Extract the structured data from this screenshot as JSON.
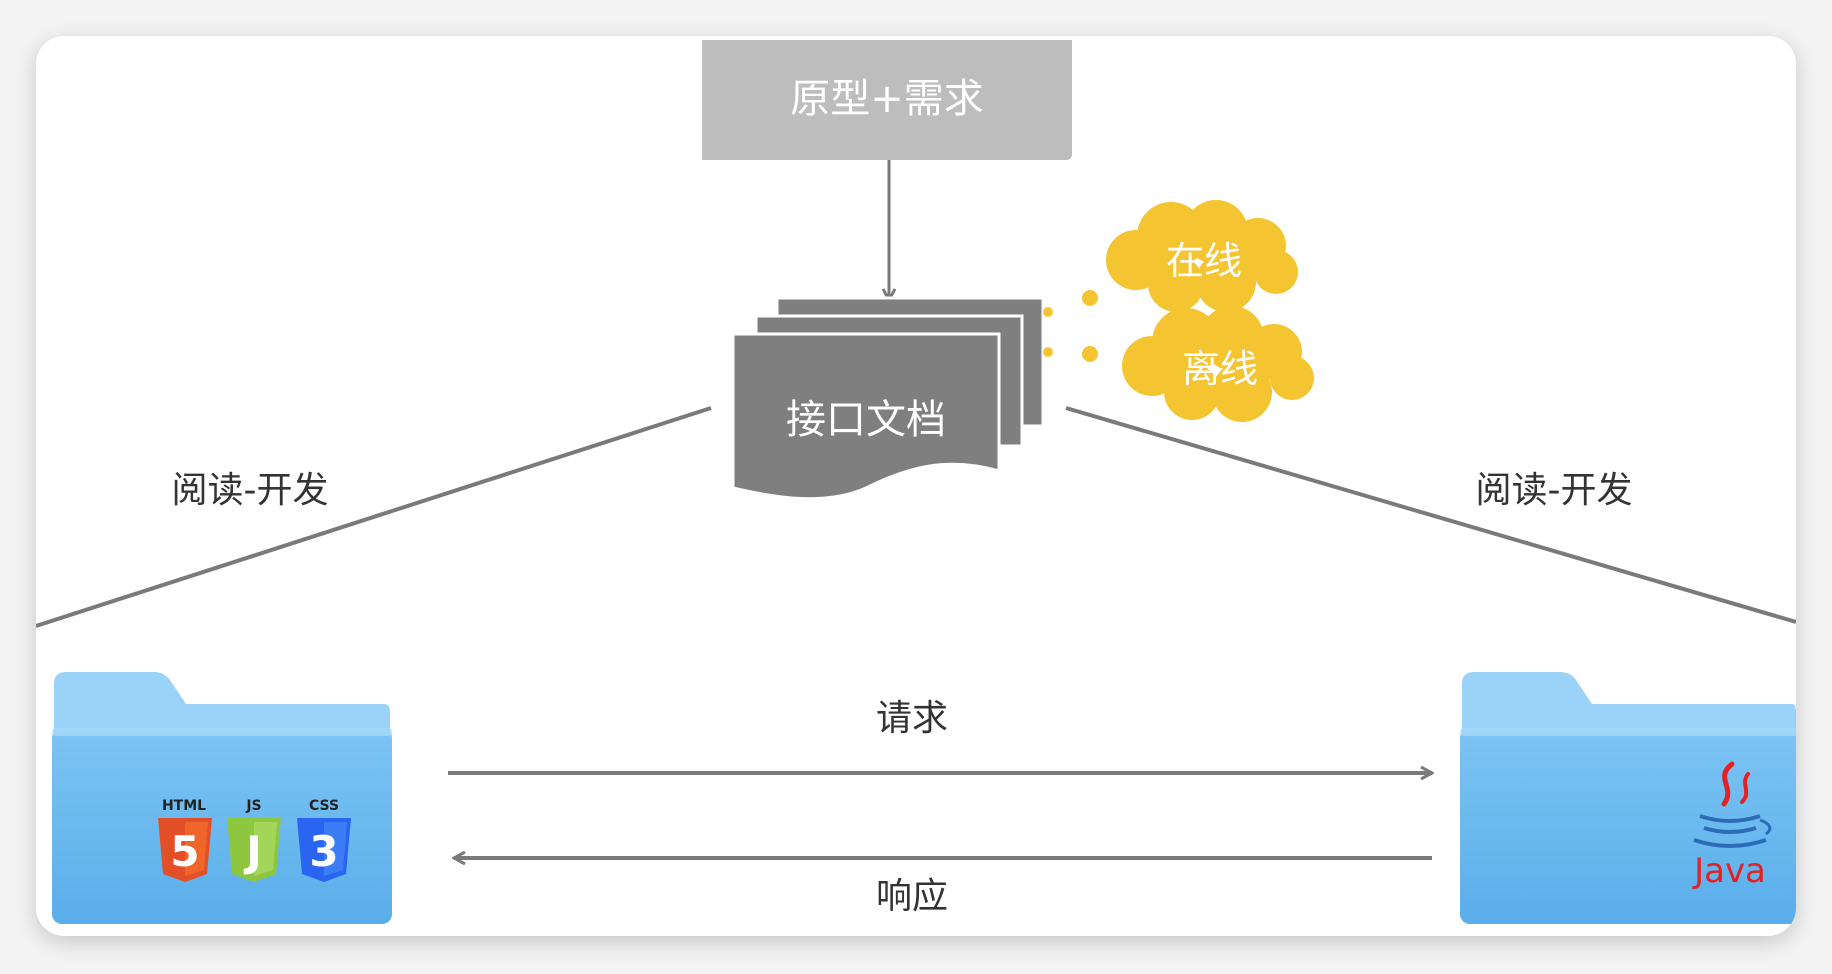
{
  "top_box": {
    "label": "原型+需求"
  },
  "doc": {
    "label": "接口文档"
  },
  "clouds": {
    "online": "在线",
    "offline": "离线"
  },
  "edges": {
    "left_read_develop": "阅读-开发",
    "right_read_develop": "阅读-开发"
  },
  "flows": {
    "request": "请求",
    "response": "响应"
  },
  "frontend_badges": {
    "html": "HTML",
    "html_digit": "5",
    "js": "JS",
    "js_glyph": "J",
    "css": "CSS",
    "css_digit": "3"
  },
  "backend_badge": {
    "java": "Java"
  },
  "colors": {
    "top_box": "#bdbdbd",
    "doc": "#7f7f7f",
    "cloud": "#f4c531",
    "line": "#7a7a7a",
    "folder_back": "#9ad3f7",
    "folder_front": "#6cb7ef",
    "html5": "#e34f26",
    "js": "#8dc63f",
    "css3": "#2965f1",
    "java": "#e32124"
  }
}
